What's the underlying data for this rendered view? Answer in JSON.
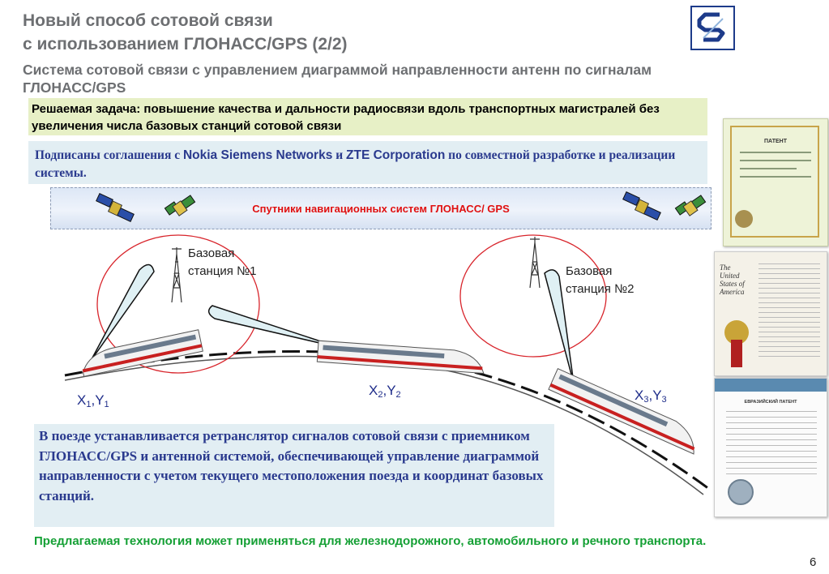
{
  "header": {
    "title_line1": "Новый способ сотовой связи",
    "title_line2": "с использованием ГЛОНАСС/GPS (2/2)",
    "subtitle": "Система сотовой связи с управлением диаграммой направленности антенн по сигналам ГЛОНАСС/GPS"
  },
  "task": {
    "text": "Решаемая задача: повышение качества и дальности радиосвязи вдоль транспортных магистралей без увеличения числа базовых станций сотовой связи"
  },
  "agreement": {
    "prefix": "Подписаны соглашения с ",
    "company1": "Nokia Siemens Networks",
    "conj": " и ",
    "company2": "ZTE Corporation",
    "suffix": " по  совместной разработке и реализации системы."
  },
  "satellites": {
    "label": "Спутники  навигационных систем ГЛОНАСС/ GPS"
  },
  "diagram": {
    "bs1_line1": "Базовая",
    "bs1_line2": "станция №1",
    "bs2_line1": "Базовая",
    "bs2_line2": "станция №2",
    "coords": [
      {
        "x": "X",
        "xi": "1",
        "y": "Y",
        "yi": "1"
      },
      {
        "x": "X",
        "xi": "2",
        "y": "Y",
        "yi": "2"
      },
      {
        "x": "X",
        "xi": "3",
        "y": "Y",
        "yi": "3"
      }
    ]
  },
  "info": {
    "text": "В поезде устанавливается ретранслятор сигналов сотовой связи с приемником ГЛОНАСС/GPS и антенной системой, обеспечивающей управление диаграммой направленности с учетом текущего местоположения поезда и координат базовых станций."
  },
  "footer": {
    "text": "Предлагаемая технология может применяться для железнодорожного, автомобильного и речного транспорта."
  },
  "page_number": "6",
  "certificates": {
    "c1_title": "ПАТЕНТ",
    "c2_title": "The United States of America",
    "c3_title": "ЕВРАЗИЙСКИЙ ПАТЕНТ"
  },
  "colors": {
    "title": "#6d6f72",
    "task_bg": "#e7f0c6",
    "info_bg": "#e2eef3",
    "info_text": "#2a3a8e",
    "footer_text": "#15a035",
    "sat_label": "#e01010",
    "ellipse": "#d8242b"
  }
}
